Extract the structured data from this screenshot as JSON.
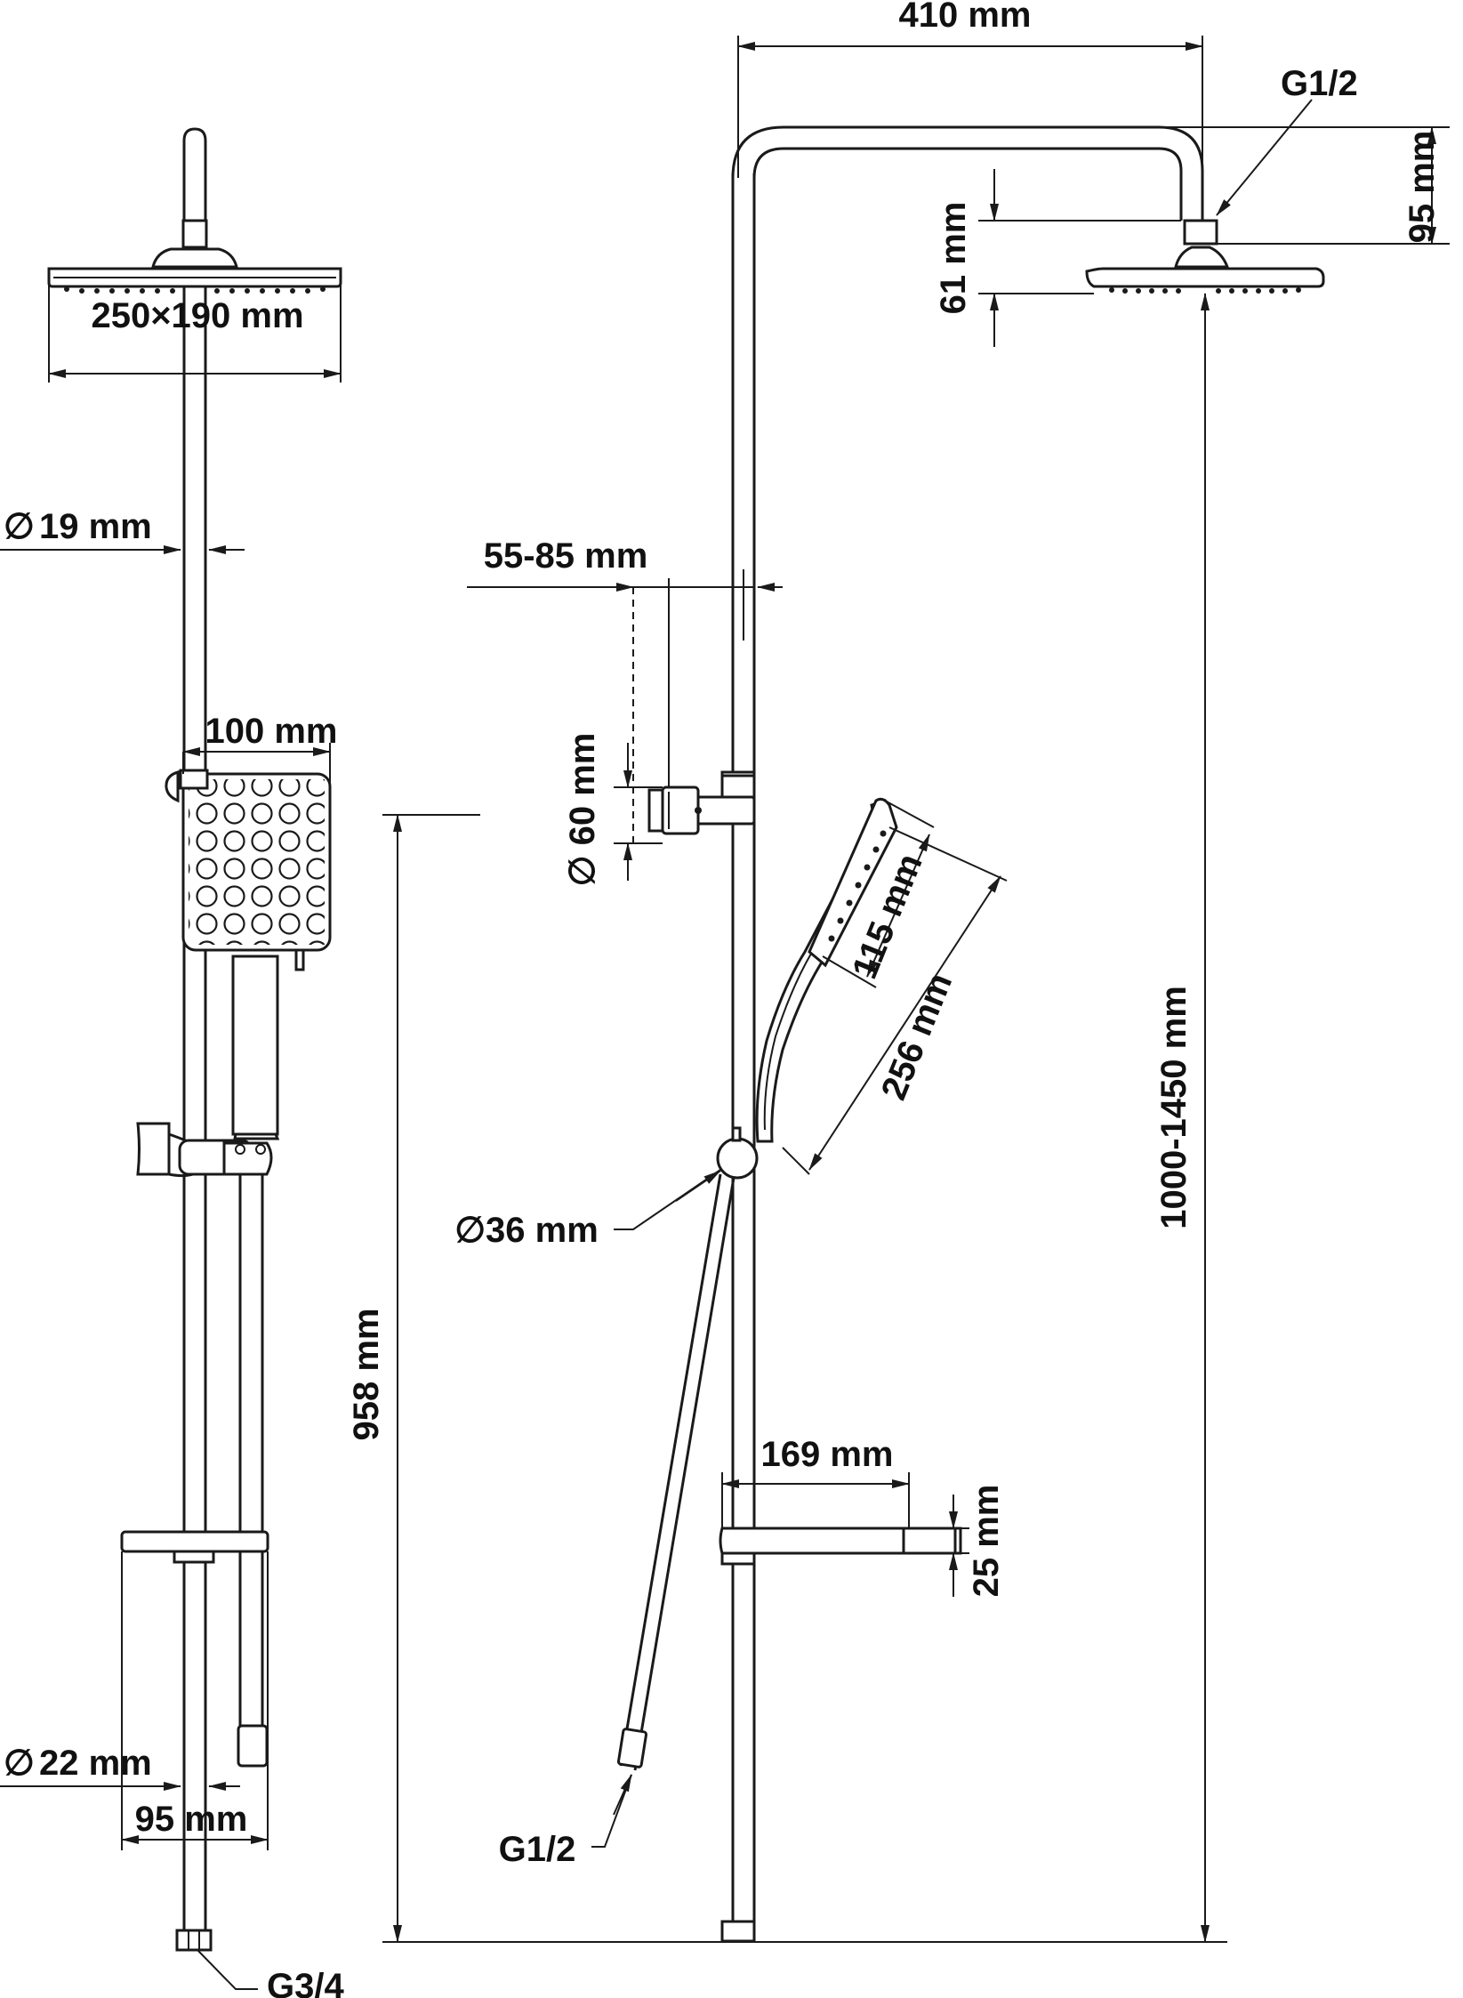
{
  "drawing": {
    "colors": {
      "line": "#1a1a1a",
      "background": "#ffffff"
    },
    "front_view": {
      "head_size": "250×190 mm",
      "pipe_diameter": "19 mm",
      "hand_shower_width": "100 mm",
      "height": "958 mm",
      "lower_diameter": "22 mm",
      "soap_tray_width": "95 mm",
      "inlet_thread": "G3/4",
      "diameter_symbol": "∅"
    },
    "side_view": {
      "arm_reach": "410 mm",
      "head_thread": "G1/2",
      "arm_drop": "95 mm",
      "head_offset": "61 mm",
      "wall_distance": "55-85 mm",
      "bracket_diameter": "∅ 60 mm",
      "hand_head_length": "115 mm",
      "hand_total_length": "256 mm",
      "diverter_diameter": "∅36 mm",
      "total_height": "1000-1450 mm",
      "outlet_reach": "169 mm",
      "outlet_height": "25 mm",
      "hose_thread": "G1/2"
    }
  }
}
